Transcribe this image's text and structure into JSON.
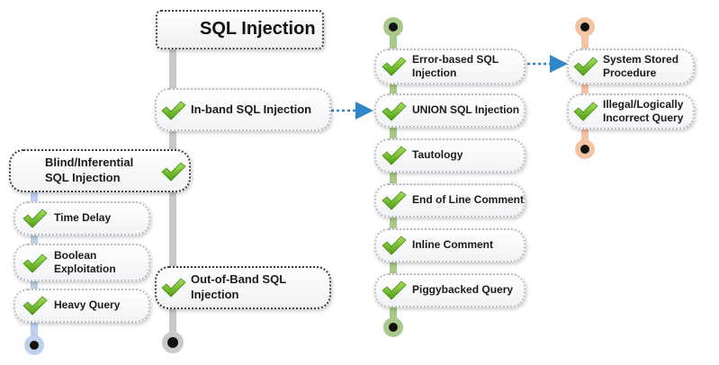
{
  "title": "SQL Injection",
  "colors": {
    "gray_track": "#c9c9c9",
    "blue_track": "#bcd2ec",
    "green_track": "#a9c98a",
    "orange_track": "#f4c5a4",
    "check_green": "#6bbf1f",
    "arrow_blue": "#2f86c9",
    "dot_dark": "#111111"
  },
  "icons": {
    "check": "check-icon",
    "arrow": "dotted-arrow-icon"
  },
  "nodes": {
    "inband": {
      "text": "In-band SQL Injection"
    },
    "blind": {
      "text": "Blind/Inferential SQL Injection"
    },
    "oob": {
      "text": "Out-of-Band SQL Injection"
    },
    "blind_items": [
      {
        "text": "Time Delay"
      },
      {
        "text": "Boolean Exploitation"
      },
      {
        "text": "Heavy Query"
      }
    ],
    "inband_items": [
      {
        "text": "Error-based SQL Injection"
      },
      {
        "text": "UNION SQL Injection"
      },
      {
        "text": "Tautology"
      },
      {
        "text": "End of Line Comment"
      },
      {
        "text": "Inline Comment"
      },
      {
        "text": "Piggybacked Query"
      }
    ],
    "error_items": [
      {
        "text": "System Stored Procedure"
      },
      {
        "text": "Illegal/Logically Incorrect Query"
      }
    ]
  }
}
